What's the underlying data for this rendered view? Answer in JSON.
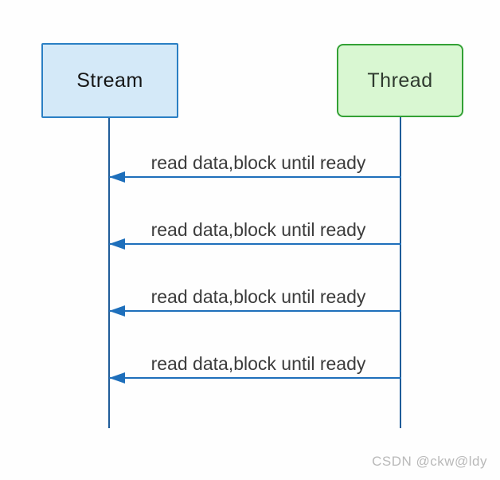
{
  "diagram": {
    "type": "sequence-diagram",
    "actors": [
      {
        "id": "stream",
        "label": "Stream",
        "fill": "#d4e9f8",
        "border": "#2a7fc4",
        "shape": "rectangle"
      },
      {
        "id": "thread",
        "label": "Thread",
        "fill": "#d9f7d2",
        "border": "#33a135",
        "shape": "rounded-rectangle"
      }
    ],
    "messages": [
      {
        "from": "thread",
        "to": "stream",
        "text": "read data,block until ready"
      },
      {
        "from": "thread",
        "to": "stream",
        "text": "read data,block until ready"
      },
      {
        "from": "thread",
        "to": "stream",
        "text": "read data,block until ready"
      },
      {
        "from": "thread",
        "to": "stream",
        "text": "read data,block until ready"
      }
    ],
    "colors": {
      "arrow": "#1e6fbb",
      "lifeline": "#1f5c99",
      "message_text": "#3c3c3c",
      "watermark_text": "#b9b9b9"
    },
    "watermark": "CSDN @ckw@ldy"
  }
}
